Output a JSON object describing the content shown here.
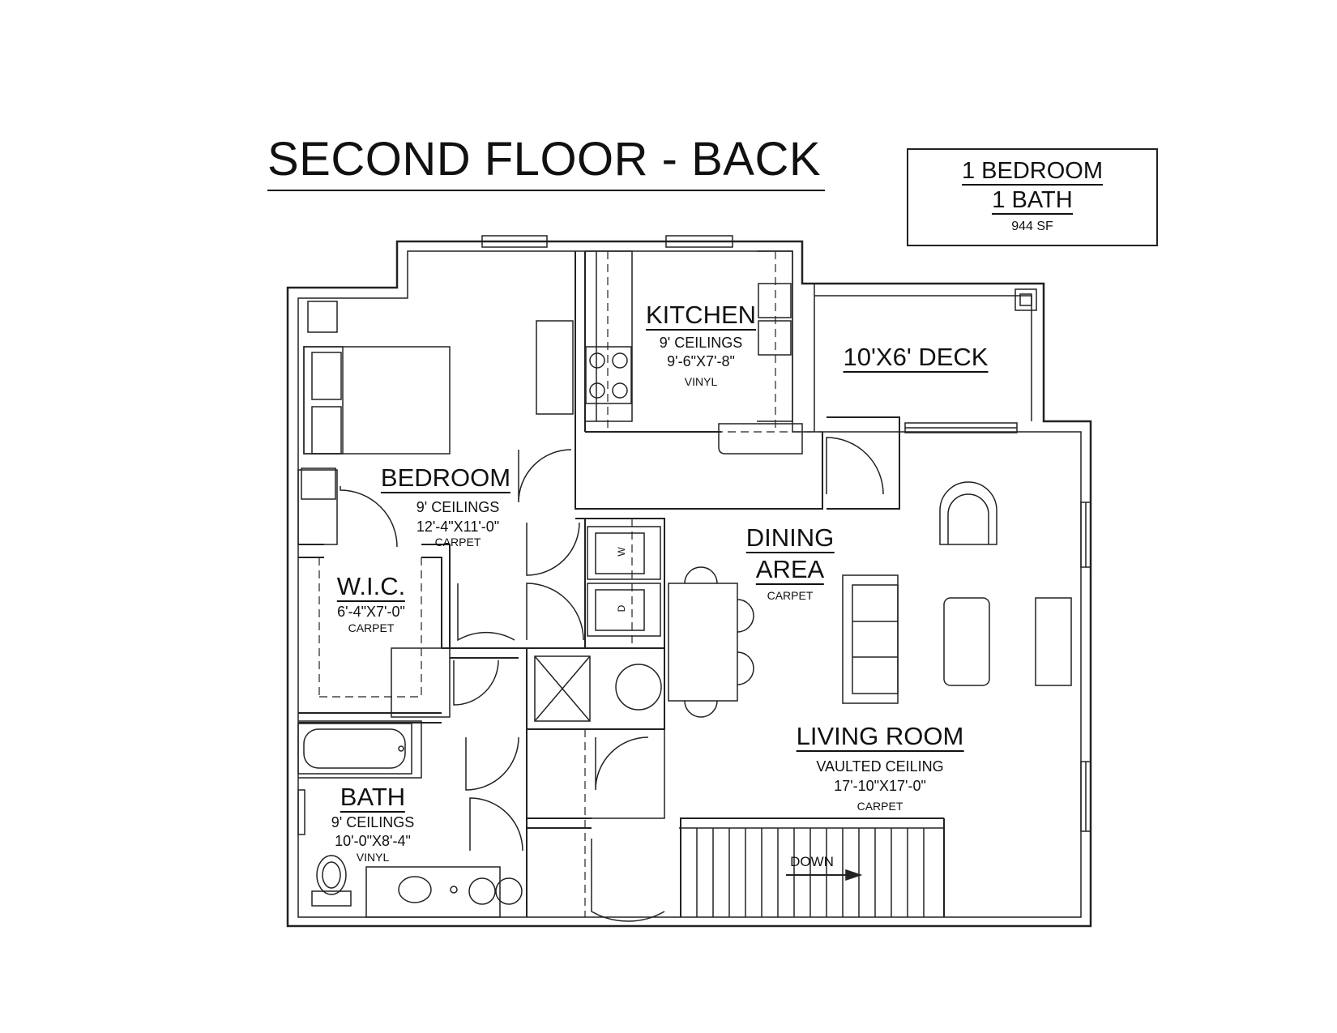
{
  "header": {
    "title": "SECOND FLOOR - BACK"
  },
  "unit_info": {
    "bedrooms": "1 BEDROOM",
    "baths": "1 BATH",
    "area": "944 SF"
  },
  "rooms": {
    "kitchen": {
      "name": "KITCHEN",
      "ceiling": "9' CEILINGS",
      "size": "9'-6\"X7'-8\"",
      "floor": "VINYL"
    },
    "deck": {
      "name": "10'X6' DECK"
    },
    "bedroom": {
      "name": "BEDROOM",
      "ceiling": "9' CEILINGS",
      "size": "12'-4\"X11'-0\"",
      "floor": "CARPET"
    },
    "wic": {
      "name": "W.I.C.",
      "size": "6'-4\"X7'-0\"",
      "floor": "CARPET"
    },
    "dining": {
      "name_line1": "DINING",
      "name_line2": "AREA",
      "floor": "CARPET"
    },
    "living": {
      "name": "LIVING ROOM",
      "ceiling": "VAULTED CEILING",
      "size": "17'-10\"X17'-0\"",
      "floor": "CARPET"
    },
    "bath": {
      "name": "BATH",
      "ceiling": "9' CEILINGS",
      "size": "10'-0\"X8'-4\"",
      "floor": "VINYL"
    }
  },
  "appliances": {
    "washer": "W",
    "dryer": "D"
  },
  "stairs": {
    "label": "DOWN"
  }
}
